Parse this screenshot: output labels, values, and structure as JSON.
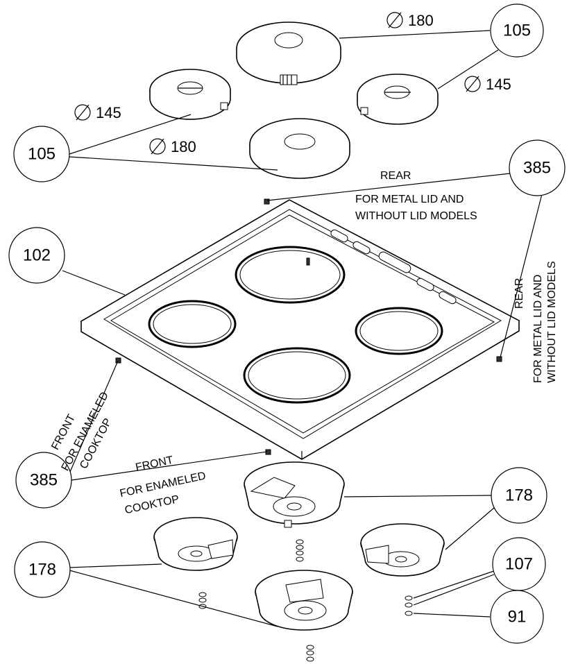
{
  "callouts": {
    "hotplate_top_right": "105",
    "hotplate_left": "105",
    "clip_rear": "385",
    "cooktop": "102",
    "clip_front": "385",
    "bowl_right_top": "178",
    "bowl_left": "178",
    "washer": "107",
    "nut": "91"
  },
  "dimensions": {
    "rear_large": "180",
    "rear_small": "145",
    "front_small": "145",
    "front_large": "180",
    "diameter_symbol": "∅"
  },
  "notes": {
    "rear_line1": "REAR",
    "rear_line2": "FOR METAL LID AND",
    "rear_line3": "WITHOUT LID MODELS",
    "rear_vertical_line1": "REAR",
    "rear_vertical_line2": "FOR METAL LID AND",
    "rear_vertical_line3": "WITHOUT LID MODELS",
    "front_vertical_line1": "FRONT",
    "front_vertical_line2": "FOR ENAMELED",
    "front_vertical_line3": "COOKTOP",
    "front_line1": "FRONT",
    "front_line2": "FOR ENAMELED",
    "front_line3": "COOKTOP"
  }
}
